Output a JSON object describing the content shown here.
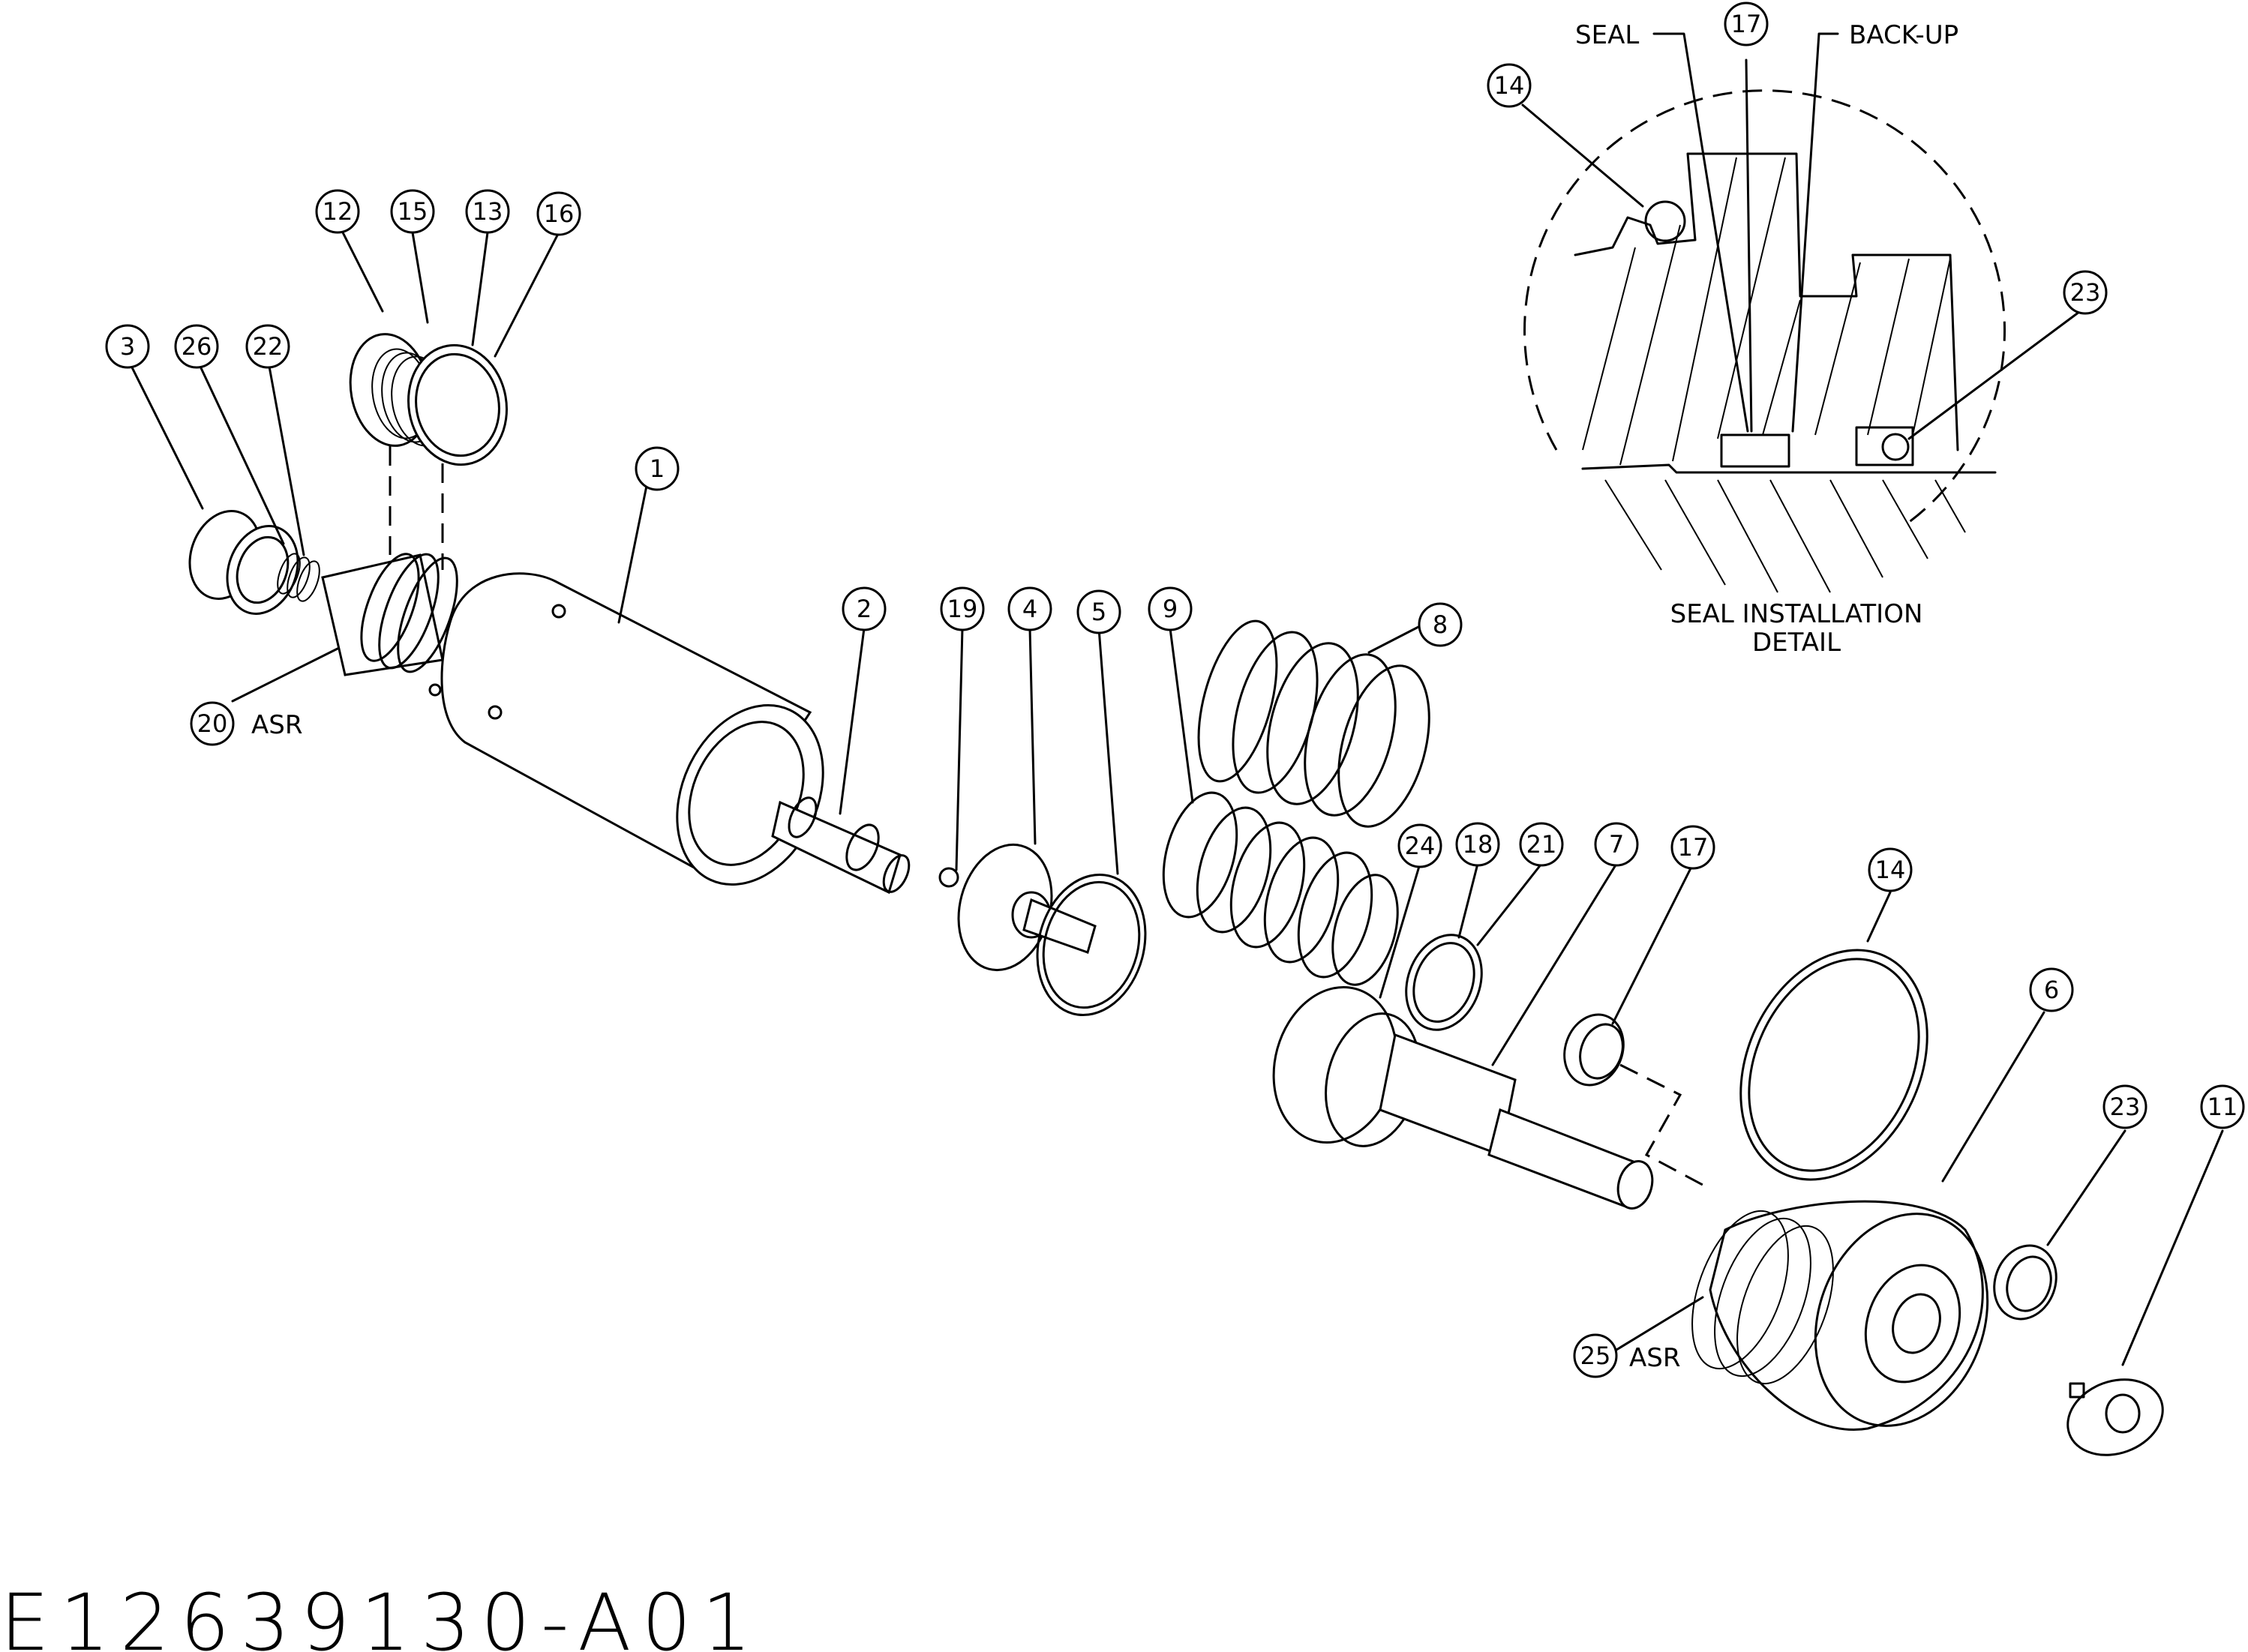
{
  "drawing_number": "E12639130-A01",
  "detail": {
    "title_line1": "SEAL INSTALLATION",
    "title_line2": "DETAIL",
    "seal_label": "SEAL",
    "backup_label": "BACK-UP",
    "callouts": [
      "14",
      "17",
      "23"
    ]
  },
  "callouts": {
    "c1": "1",
    "c2": "2",
    "c3": "3",
    "c4": "4",
    "c5": "5",
    "c6": "6",
    "c7": "7",
    "c8": "8",
    "c9": "9",
    "c11": "11",
    "c12": "12",
    "c13": "13",
    "c14": "14",
    "c15": "15",
    "c16": "16",
    "c17": "17",
    "c18": "18",
    "c19": "19",
    "c20": "20",
    "c21": "21",
    "c22": "22",
    "c23": "23",
    "c24": "24",
    "c25": "25",
    "c26": "26"
  },
  "suffix_asr": "ASR"
}
